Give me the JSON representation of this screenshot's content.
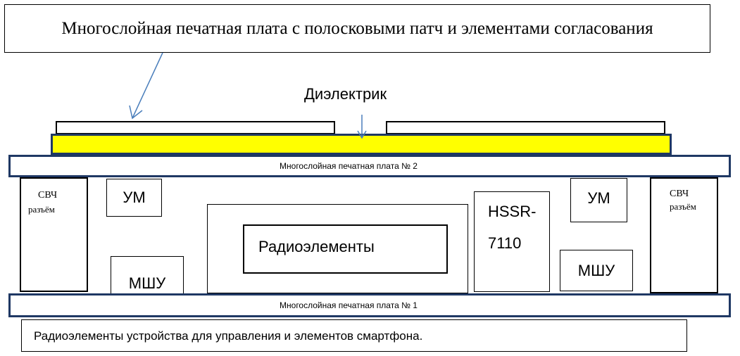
{
  "title": "Многослойная печатная плата с полосковыми патч и элементами согласования",
  "dielectric_label": "Диэлектрик",
  "pcb2_label": "Многослойная печатная плата № 2",
  "pcb1_label": "Многослойная печатная плата № 1",
  "left_connector": {
    "line1": "СВЧ",
    "line2": "разъём"
  },
  "right_connector": {
    "line1": "СВЧ",
    "line2": "разъём"
  },
  "left_pa": "УМ",
  "right_pa": "УМ",
  "left_lna": "МШУ",
  "right_lna": "МШУ",
  "hssr": {
    "line1": "HSSR-",
    "line2": "7110"
  },
  "radioelements": "Радиоэлементы",
  "footer": "Радиоэлементы устройства для управления и элементов смартфона.",
  "colors": {
    "dielectric": "#ffff00",
    "board_border": "#1f3864",
    "arrow": "#4a7ebb"
  }
}
